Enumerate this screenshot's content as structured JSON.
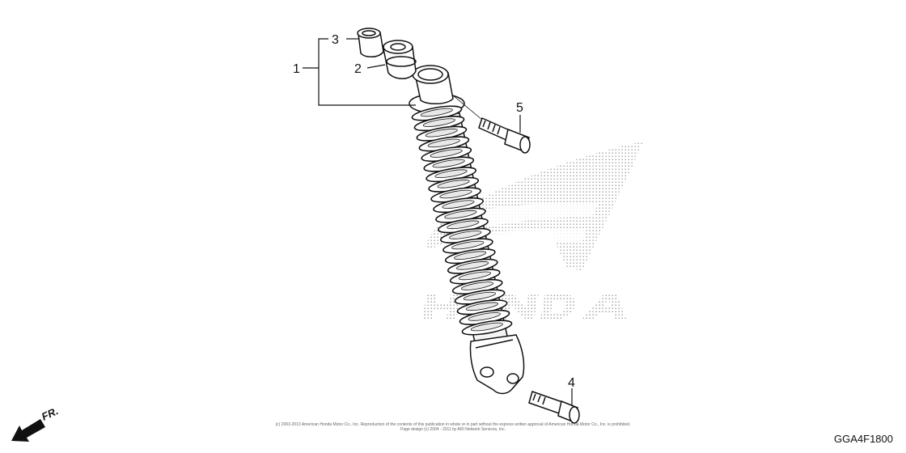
{
  "callouts": [
    {
      "id": "1",
      "label": "1"
    },
    {
      "id": "2",
      "label": "2"
    },
    {
      "id": "3",
      "label": "3"
    },
    {
      "id": "4",
      "label": "4"
    },
    {
      "id": "5",
      "label": "5"
    }
  ],
  "direction_label": "FR.",
  "watermark": "HONDA",
  "copyright_line1": "(c) 2003-2013 American Honda Motor Co., Inc. Reproduction of the contents of this publication in whole or in part without the express written approval of American Honda Motor Co., Inc. is prohibited.",
  "copyright_line2": "Page design (c) 2004 - 2011 by ARI Network Services, Inc.",
  "reference_code": "GGA4F1800",
  "colors": {
    "line": "#111111",
    "watermark_dots": "#9a9a9a"
  }
}
